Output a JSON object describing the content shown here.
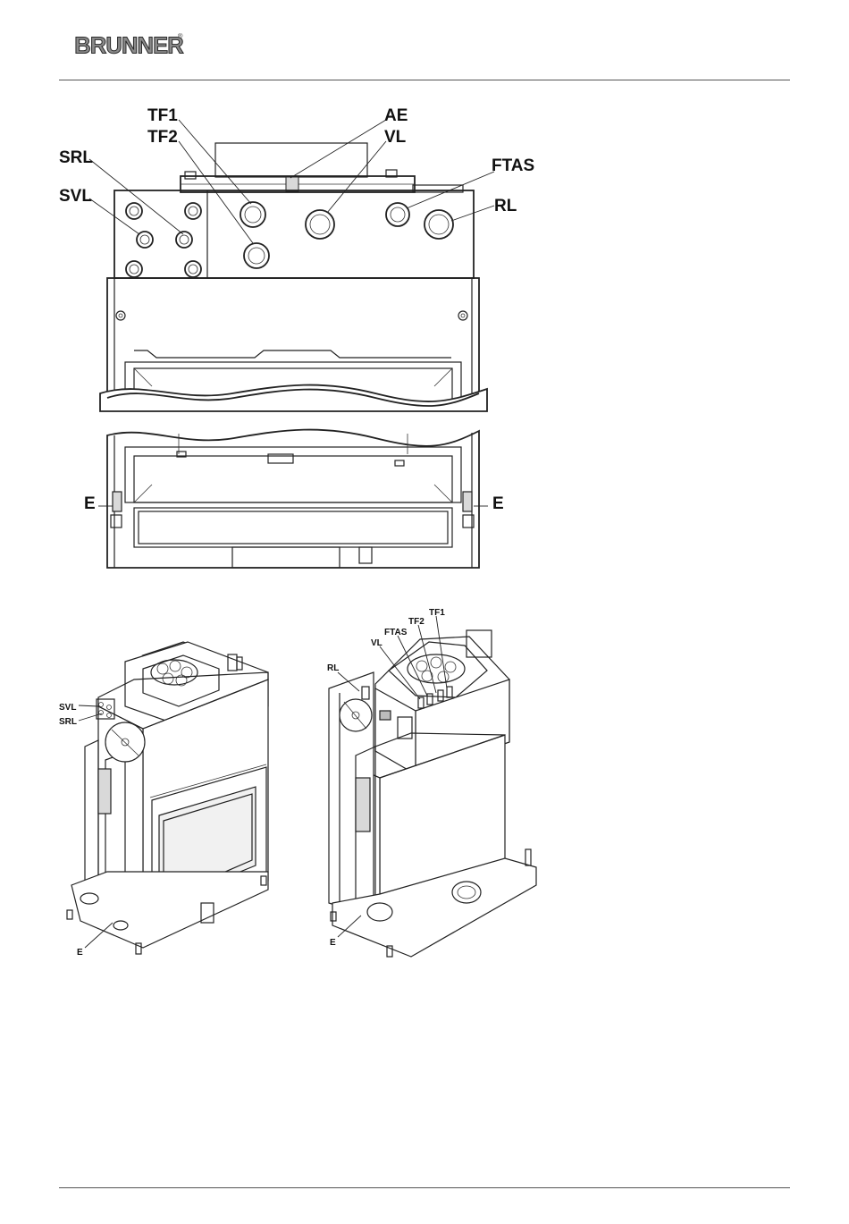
{
  "header": {
    "logo_text": "BRUNNER",
    "logo_mark": "®"
  },
  "figure_front": {
    "labels": {
      "tf1": "TF1",
      "tf2": "TF2",
      "ae": "AE",
      "vl": "VL",
      "srl": "SRL",
      "ftas": "FTAS",
      "svl": "SVL",
      "rl": "RL",
      "e_left": "E",
      "e_right": "E"
    }
  },
  "figure_iso_left": {
    "labels": {
      "svl": "SVL",
      "srl": "SRL",
      "e": "E"
    }
  },
  "figure_iso_right": {
    "labels": {
      "tf1": "TF1",
      "tf2": "TF2",
      "ftas": "FTAS",
      "vl": "VL",
      "rl": "RL",
      "e": "E"
    }
  },
  "colors": {
    "line": "#222222",
    "rule": "#555555",
    "logo_fill": "#8a8a8a"
  }
}
